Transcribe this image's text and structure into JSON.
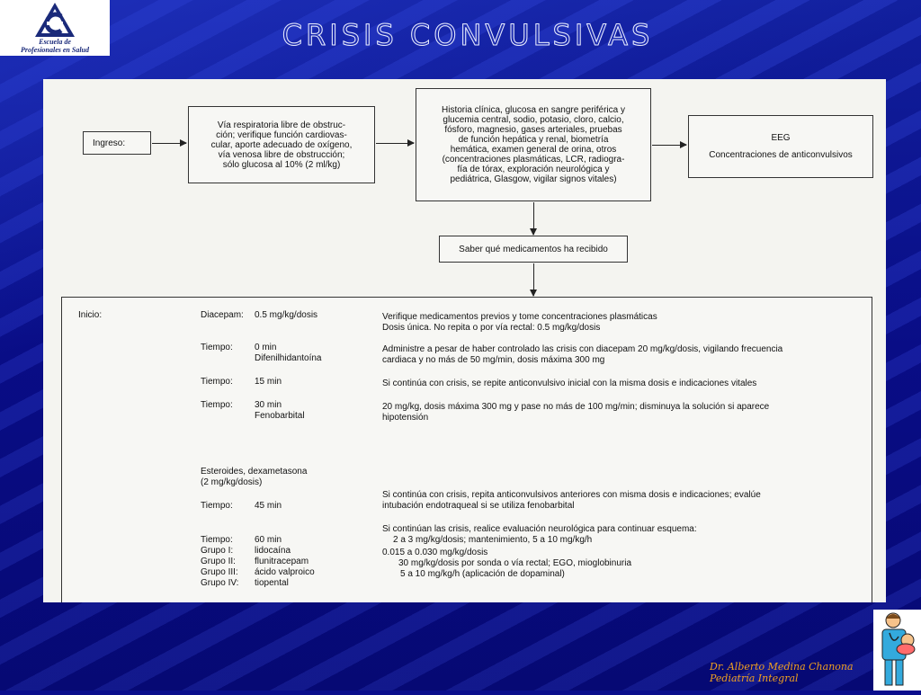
{
  "header": {
    "title": "CRISIS CONVULSIVAS",
    "logo_text_line1": "Escuela de",
    "logo_text_line2": "Profesionales en Salud"
  },
  "flowchart": {
    "ingreso": "Ingreso:",
    "box_airway": [
      "Vía respiratoria libre de obstruc-",
      "ción; verifique función cardiovas-",
      "cular, aporte adecuado de oxígeno,",
      "vía venosa libre de obstrucción;",
      "sólo glucosa al 10% (2 ml/kg)"
    ],
    "box_history": [
      "Historia clínica, glucosa en sangre periférica y",
      "glucemia central, sodio, potasio, cloro, calcio,",
      "fósforo, magnesio, gases arteriales, pruebas",
      "de función hepática y renal, biometría",
      "hemática, examen general de orina, otros",
      "(concentraciones plasmáticas, LCR, radiogra-",
      "fía de tórax, exploración neurológica y",
      "pediátrica, Glasgow, vigilar signos vitales)"
    ],
    "box_eeg": [
      "EEG",
      "Concentraciones de anticonvulsivos"
    ],
    "box_meds": "Saber qué medicamentos ha recibido"
  },
  "protocol": {
    "inicio": "Inicio:",
    "rows": [
      {
        "label": "Diacepam:",
        "value": "0.5 mg/kg/dosis",
        "desc": [
          "Verifique medicamentos previos y tome concentraciones plasmáticas",
          "Dosis única. No repita o por vía rectal: 0.5 mg/kg/dosis"
        ]
      },
      {
        "label": "Tiempo:",
        "value": "0 min",
        "value2": "Difenilhidantoína",
        "desc": [
          "Administre a pesar de haber controlado las crisis con diacepam 20 mg/kg/dosis, vigilando frecuencia",
          "cardiaca y no más de 50 mg/min, dosis máxima 300 mg"
        ]
      },
      {
        "label": "Tiempo:",
        "value": "15 min",
        "desc": [
          "Si continúa con crisis, se repite anticonvulsivo inicial con la misma dosis e indicaciones vitales"
        ]
      },
      {
        "label": "Tiempo:",
        "value": "30 min",
        "value2": "Fenobarbital",
        "desc": [
          "20 mg/kg, dosis máxima 300 mg y pase no más de 100 mg/min; disminuya la solución si aparece",
          "hipotensión"
        ]
      }
    ],
    "esteroides": [
      "Esteroides, dexametasona",
      "(2 mg/kg/dosis)"
    ],
    "row45": {
      "label": "Tiempo:",
      "value": "45 min",
      "desc": [
        "Si continúa con crisis, repita anticonvulsivos anteriores con misma dosis e indicaciones; evalúe",
        "intubación endotraqueal si se utiliza fenobarbital"
      ]
    },
    "row60_intro": "Si continúan las crisis, realice evaluación neurológica para continuar esquema:",
    "groups": [
      {
        "label": "Tiempo:",
        "value": "60 min",
        "desc": ""
      },
      {
        "label": "Grupo I:",
        "value": "lidocaína",
        "desc": "2  a  3 mg/kg/dosis; mantenimiento, 5 a 10 mg/kg/h"
      },
      {
        "label": "Grupo II:",
        "value": "flunitracepam",
        "desc": "0.015  a  0.030 mg/kg/dosis"
      },
      {
        "label": "Grupo III:",
        "value": "ácido valproico",
        "desc": "30 mg/kg/dosis por sonda o vía rectal; EGO, mioglobinuria"
      },
      {
        "label": "Grupo IV:",
        "value": "tiopental",
        "desc": "5  a  10 mg/kg/h  (aplicación de dopaminal)"
      }
    ]
  },
  "footer": {
    "author": "Dr. Alberto Medina Chanona",
    "subtitle": "Pediatría Integral"
  }
}
